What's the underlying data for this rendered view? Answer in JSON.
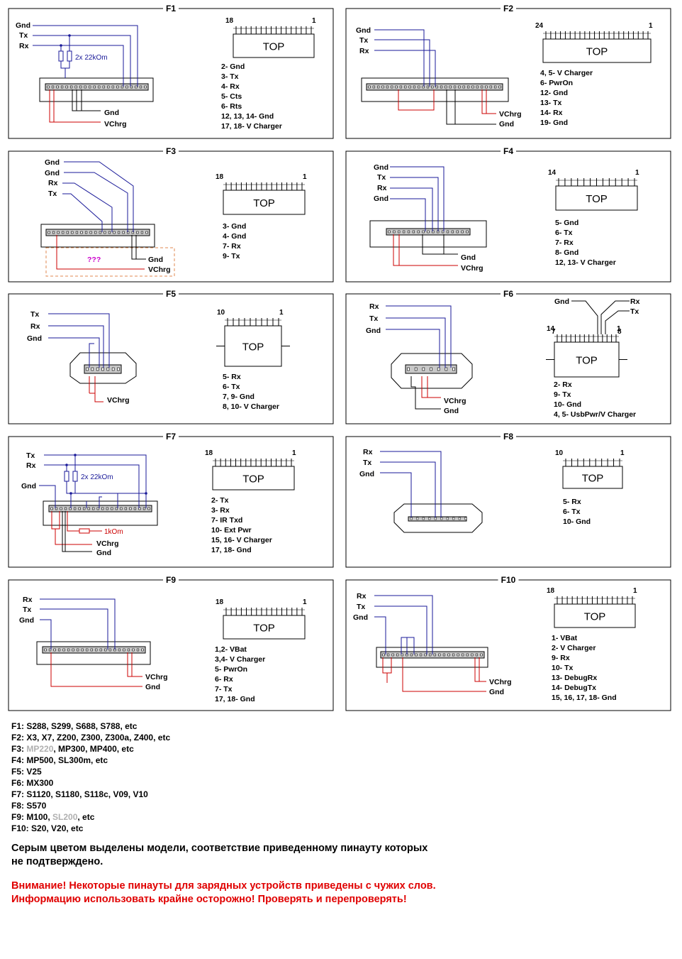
{
  "colors": {
    "wire_blue": "#1a1a99",
    "wire_red": "#cc0000",
    "connector_gray": "#c8c8c8",
    "frame": "#000000",
    "gray_text": "#b0b0b0",
    "warn_red": "#e00000",
    "dashed_orange": "#e08a50",
    "unknown_magenta": "#cc00cc"
  },
  "panels": [
    {
      "title": "F1",
      "pin_first": "18",
      "pin_last": "1",
      "top_label": "TOP",
      "pinout": [
        "2- Gnd",
        "3- Tx",
        "4- Rx",
        "5- Cts",
        "6- Rts",
        "12, 13, 14- Gnd",
        "17, 18- V Charger"
      ],
      "wire_labels": [
        "Gnd",
        "Tx",
        "Rx",
        "Gnd",
        "VChrg"
      ],
      "annotation": "2x 22kOm"
    },
    {
      "title": "F2",
      "pin_first": "24",
      "pin_last": "1",
      "top_label": "TOP",
      "pinout": [
        "4, 5- V Charger",
        "6- PwrOn",
        "12- Gnd",
        "13- Tx",
        "14- Rx",
        "19- Gnd"
      ],
      "wire_labels": [
        "Gnd",
        "Tx",
        "Rx",
        "VChrg",
        "Gnd"
      ]
    },
    {
      "title": "F3",
      "pin_first": "18",
      "pin_last": "1",
      "top_label": "TOP",
      "pinout": [
        "3- Gnd",
        "4- Gnd",
        "7- Rx",
        "9- Tx"
      ],
      "wire_labels": [
        "Gnd",
        "Gnd",
        "Rx",
        "Tx",
        "Gnd",
        "VChrg"
      ],
      "annotation": "???"
    },
    {
      "title": "F4",
      "pin_first": "14",
      "pin_last": "1",
      "top_label": "TOP",
      "pinout": [
        "5- Gnd",
        "6- Tx",
        "7- Rx",
        "8- Gnd",
        "12, 13- V Charger"
      ],
      "wire_labels": [
        "Gnd",
        "Tx",
        "Rx",
        "Gnd",
        "Gnd",
        "VChrg"
      ]
    },
    {
      "title": "F5",
      "pin_first": "10",
      "pin_last": "1",
      "top_label": "TOP",
      "pinout": [
        "5- Rx",
        "6- Tx",
        "7, 9- Gnd",
        "8, 10- V Charger"
      ],
      "wire_labels": [
        "Tx",
        "Rx",
        "Gnd",
        "VChrg"
      ]
    },
    {
      "title": "F6",
      "pin_first": "14",
      "pin_last": "1",
      "top_label": "TOP",
      "pin_extra_a": "7",
      "pin_extra_b": "8",
      "pinout": [
        "2- Rx",
        "9- Tx",
        "10- Gnd",
        "4, 5- UsbPwr/V Charger"
      ],
      "wire_labels": [
        "Rx",
        "Tx",
        "Gnd",
        "VChrg",
        "Gnd"
      ],
      "top_wire_labels": [
        "Gnd",
        "Rx",
        "Tx"
      ]
    },
    {
      "title": "F7",
      "pin_first": "18",
      "pin_last": "1",
      "top_label": "TOP",
      "pinout": [
        "2- Tx",
        "3- Rx",
        "7- IR Txd",
        "10- Ext Pwr",
        "15, 16- V Charger",
        "17, 18- Gnd"
      ],
      "wire_labels": [
        "Tx",
        "Rx",
        "Gnd",
        "VChrg",
        "Gnd"
      ],
      "annotation": "2x 22kOm",
      "annotation2": "1kOm"
    },
    {
      "title": "F8",
      "pin_first": "10",
      "pin_last": "1",
      "top_label": "TOP",
      "pinout": [
        "5- Rx",
        "6- Tx",
        "10- Gnd"
      ],
      "wire_labels": [
        "Rx",
        "Tx",
        "Gnd"
      ]
    },
    {
      "title": "F9",
      "pin_first": "18",
      "pin_last": "1",
      "top_label": "TOP",
      "pinout": [
        "1,2- VBat",
        "3,4- V Charger",
        "5- PwrOn",
        "6- Rx",
        "7- Tx",
        "17, 18- Gnd"
      ],
      "wire_labels": [
        "Rx",
        "Tx",
        "Gnd",
        "VChrg",
        "Gnd"
      ]
    },
    {
      "title": "F10",
      "pin_first": "18",
      "pin_last": "1",
      "top_label": "TOP",
      "pinout": [
        "1- VBat",
        "2- V Charger",
        "9- Rx",
        "10- Tx",
        "13- DebugRx",
        "14- DebugTx",
        "15, 16, 17, 18- Gnd"
      ],
      "wire_labels": [
        "Rx",
        "Tx",
        "Gnd",
        "VChrg",
        "Gnd"
      ]
    }
  ],
  "models": [
    {
      "key": "F1:",
      "parts": [
        {
          "text": " S288, S299, S688, S788, etc",
          "gray": false
        }
      ]
    },
    {
      "key": "F2:",
      "parts": [
        {
          "text": " X3, X7, Z200, Z300, Z300a, Z400, etc",
          "gray": false
        }
      ]
    },
    {
      "key": "F3:",
      "parts": [
        {
          "text": " ",
          "gray": false
        },
        {
          "text": "MP220",
          "gray": true
        },
        {
          "text": ", MP300, MP400, etc",
          "gray": false
        }
      ]
    },
    {
      "key": "F4:",
      "parts": [
        {
          "text": " MP500, SL300m, etc",
          "gray": false
        }
      ]
    },
    {
      "key": "F5:",
      "parts": [
        {
          "text": " V25",
          "gray": false
        }
      ]
    },
    {
      "key": "F6:",
      "parts": [
        {
          "text": " MX300",
          "gray": false
        }
      ]
    },
    {
      "key": "F7:",
      "parts": [
        {
          "text": " S1120, S1180, S118c, V09, V10",
          "gray": false
        }
      ]
    },
    {
      "key": "F8:",
      "parts": [
        {
          "text": " S570",
          "gray": false
        }
      ]
    },
    {
      "key": "F9:",
      "parts": [
        {
          "text": " M100, ",
          "gray": false
        },
        {
          "text": "SL200",
          "gray": true
        },
        {
          "text": ", etc",
          "gray": false
        }
      ]
    },
    {
      "key": "F10:",
      "parts": [
        {
          "text": " S20, V20, etc",
          "gray": false
        }
      ]
    }
  ],
  "note_lines": [
    "Серым цветом выделены модели, соответствие приведенному пинауту которых",
    "не подтверждено."
  ],
  "warning_lines": [
    "Внимание! Некоторые пинауты для зарядных устройств приведены с чужих слов.",
    "Информацию использовать крайне осторожно! Проверять и перепроверять!"
  ]
}
